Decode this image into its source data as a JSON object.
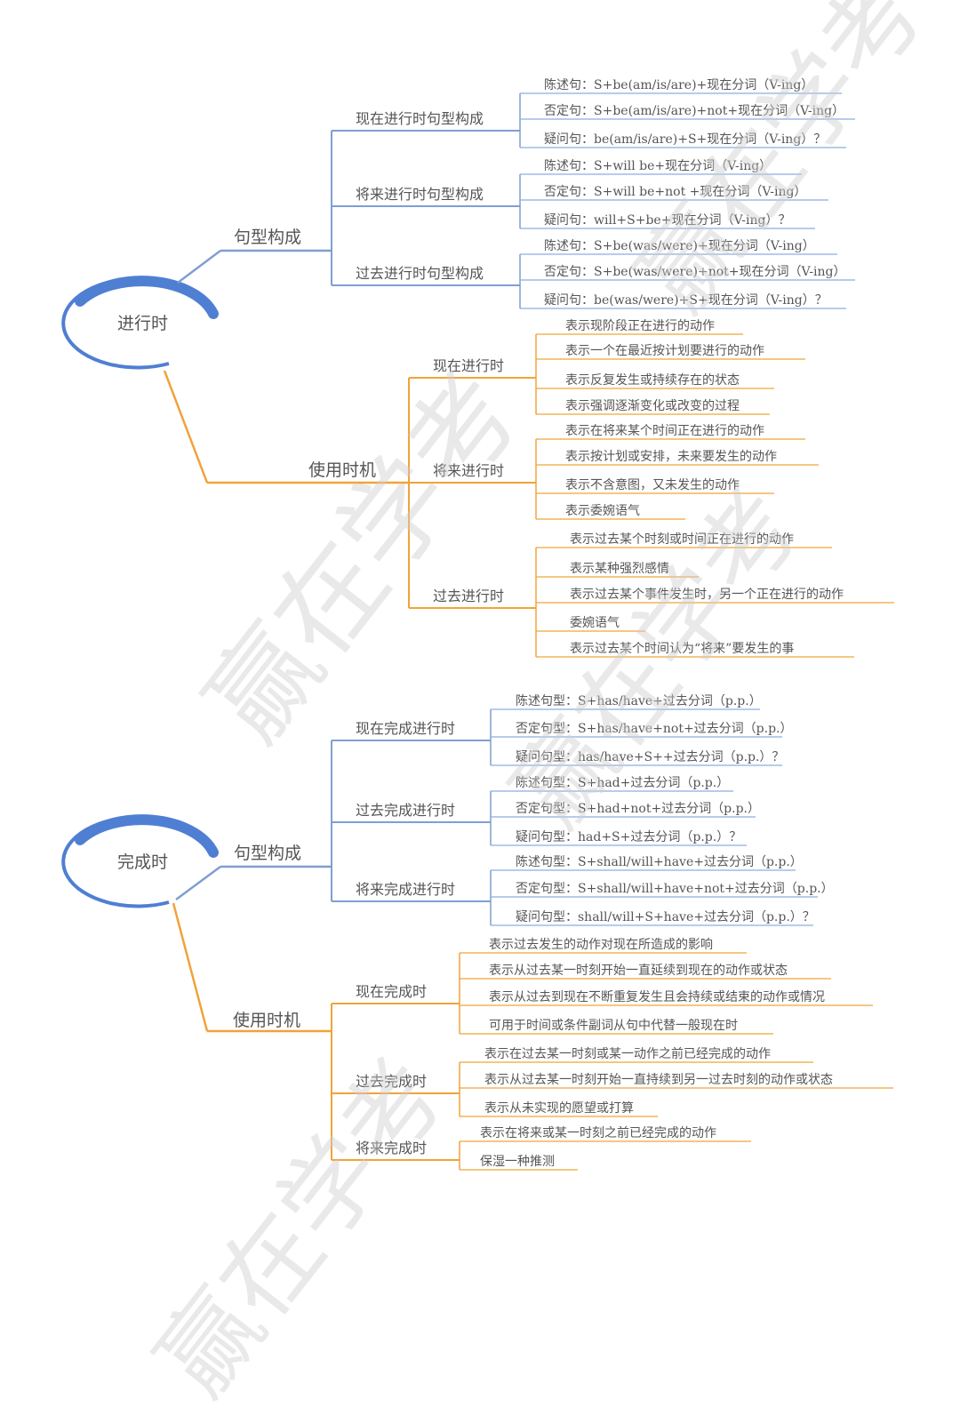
{
  "colors": {
    "blue_branch": "#7f9fd0",
    "orange_branch": "#f0a33a",
    "blue_node_ring": "#4f7fd3",
    "leaf_line": "#8aaee0",
    "text": "#555555",
    "watermark": "#c8c8c8"
  },
  "watermark_text": "赢在学考",
  "maps": [
    {
      "root": "进行时",
      "branches": [
        {
          "label": "句型构成",
          "color": "blue",
          "groups": [
            {
              "label": "现在进行时句型构成",
              "items": [
                "陈述句：S+be(am/is/are)+现在分词（V-ing）",
                "否定句：S+be(am/is/are)+not+现在分词（V-ing）",
                "疑问句：be(am/is/are)+S+现在分词（V-ing）？"
              ]
            },
            {
              "label": "将来进行时句型构成",
              "items": [
                "陈述句：S+will be+现在分词（V-ing）",
                "否定句：S+will be+not +现在分词（V-ing）",
                "疑问句：will+S+be+现在分词（V-ing）？"
              ]
            },
            {
              "label": "过去进行时句型构成",
              "items": [
                "陈述句：S+be(was/were)+现在分词（V-ing）",
                "否定句：S+be(was/were)+not+现在分词（V-ing）",
                "疑问句：be(was/were)+S+现在分词（V-ing）？"
              ]
            }
          ]
        },
        {
          "label": "使用时机",
          "color": "orange",
          "groups": [
            {
              "label": "现在进行时",
              "items": [
                "表示现阶段正在进行的动作",
                "表示一个在最近按计划要进行的动作",
                "表示反复发生或持续存在的状态",
                "表示强调逐渐变化或改变的过程"
              ]
            },
            {
              "label": "将来进行时",
              "items": [
                "表示在将来某个时间正在进行的动作",
                "表示按计划或安排，未来要发生的动作",
                "表示不含意图，又未发生的动作",
                "表示委婉语气"
              ]
            },
            {
              "label": "过去进行时",
              "items": [
                "表示过去某个时刻或时间正在进行的动作",
                "表示某种强烈感情",
                "表示过去某个事件发生时，另一个正在进行的动作",
                "委婉语气",
                "表示过去某个时间认为“将来”要发生的事"
              ]
            }
          ]
        }
      ]
    },
    {
      "root": "完成时",
      "branches": [
        {
          "label": "句型构成",
          "color": "blue",
          "groups": [
            {
              "label": "现在完成进行时",
              "items": [
                "陈述句型：S+has/have+过去分词（p.p.）",
                "否定句型：S+has/have+not+过去分词（p.p.）",
                "疑问句型：has/have+S++过去分词（p.p.）？"
              ]
            },
            {
              "label": "过去完成进行时",
              "items": [
                "陈述句型：S+had+过去分词（p.p.）",
                "否定句型：S+had+not+过去分词（p.p.）",
                "疑问句型：had+S+过去分词（p.p.）？"
              ]
            },
            {
              "label": "将来完成进行时",
              "items": [
                "陈述句型：S+shall/will+have+过去分词（p.p.）",
                "否定句型：S+shall/will+have+not+过去分词（p.p.）",
                "疑问句型：shall/will+S+have+过去分词（p.p.）？"
              ]
            }
          ]
        },
        {
          "label": "使用时机",
          "color": "orange",
          "groups": [
            {
              "label": "现在完成时",
              "items": [
                "表示过去发生的动作对现在所造成的影响",
                "表示从过去某一时刻开始一直延续到现在的动作或状态",
                "表示从过去到现在不断重复发生且会持续或结束的动作或情况",
                "可用于时间或条件副词从句中代替一般现在时"
              ]
            },
            {
              "label": "过去完成时",
              "items": [
                "表示在过去某一时刻或某一动作之前已经完成的动作",
                "表示从过去某一时刻开始一直持续到另一过去时刻的动作或状态",
                "表示从未实现的愿望或打算"
              ]
            },
            {
              "label": "将来完成时",
              "items": [
                "表示在将来或某一时刻之前已经完成的动作",
                "保湿一种推测"
              ]
            }
          ]
        }
      ]
    }
  ]
}
